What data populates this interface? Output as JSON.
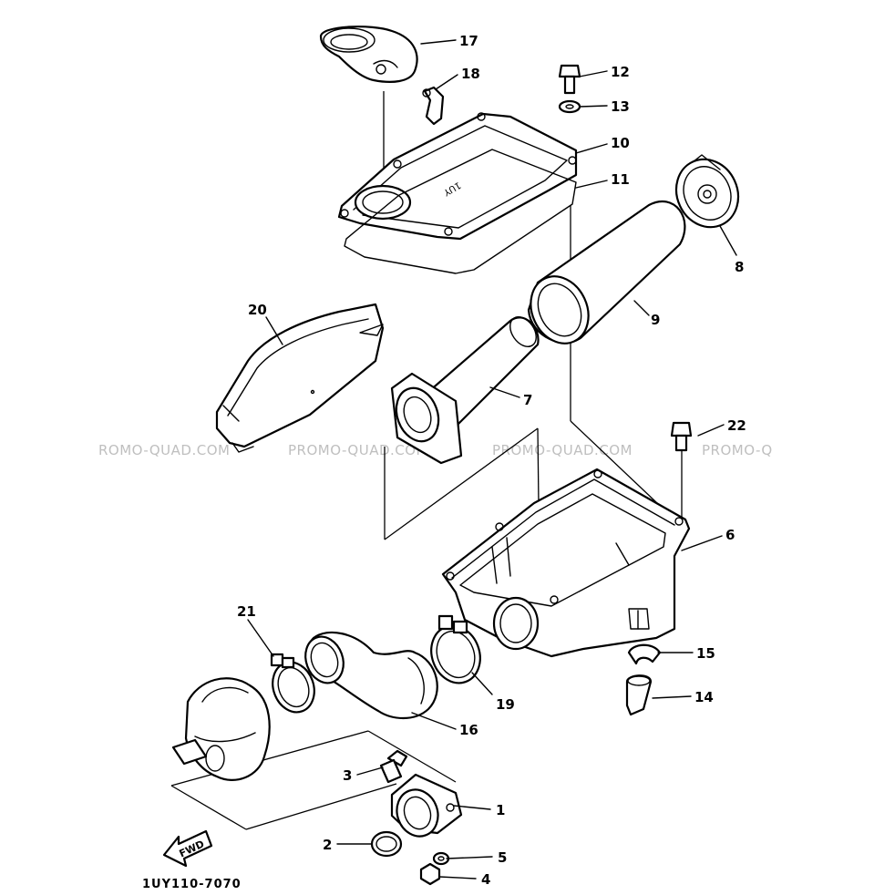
{
  "diagram": {
    "watermarks": [
      "ROMO-QUAD.COM",
      "PROMO-QUAD.COM",
      "PROMO-QUAD.COM",
      "PROMO-Q"
    ],
    "drawing_code": "1UY110-7070",
    "direction_label": "FWD",
    "cover_emboss": "1UY",
    "callouts": [
      {
        "id": "1",
        "label": "1"
      },
      {
        "id": "2",
        "label": "2"
      },
      {
        "id": "3",
        "label": "3"
      },
      {
        "id": "4",
        "label": "4"
      },
      {
        "id": "5",
        "label": "5"
      },
      {
        "id": "6",
        "label": "6"
      },
      {
        "id": "7",
        "label": "7"
      },
      {
        "id": "8",
        "label": "8"
      },
      {
        "id": "9",
        "label": "9"
      },
      {
        "id": "10",
        "label": "10"
      },
      {
        "id": "11",
        "label": "11"
      },
      {
        "id": "12",
        "label": "12"
      },
      {
        "id": "13",
        "label": "13"
      },
      {
        "id": "14",
        "label": "14"
      },
      {
        "id": "15",
        "label": "15"
      },
      {
        "id": "16",
        "label": "16"
      },
      {
        "id": "17",
        "label": "17"
      },
      {
        "id": "18",
        "label": "18"
      },
      {
        "id": "19",
        "label": "19"
      },
      {
        "id": "20",
        "label": "20"
      },
      {
        "id": "21",
        "label": "21"
      },
      {
        "id": "22",
        "label": "22"
      }
    ]
  }
}
